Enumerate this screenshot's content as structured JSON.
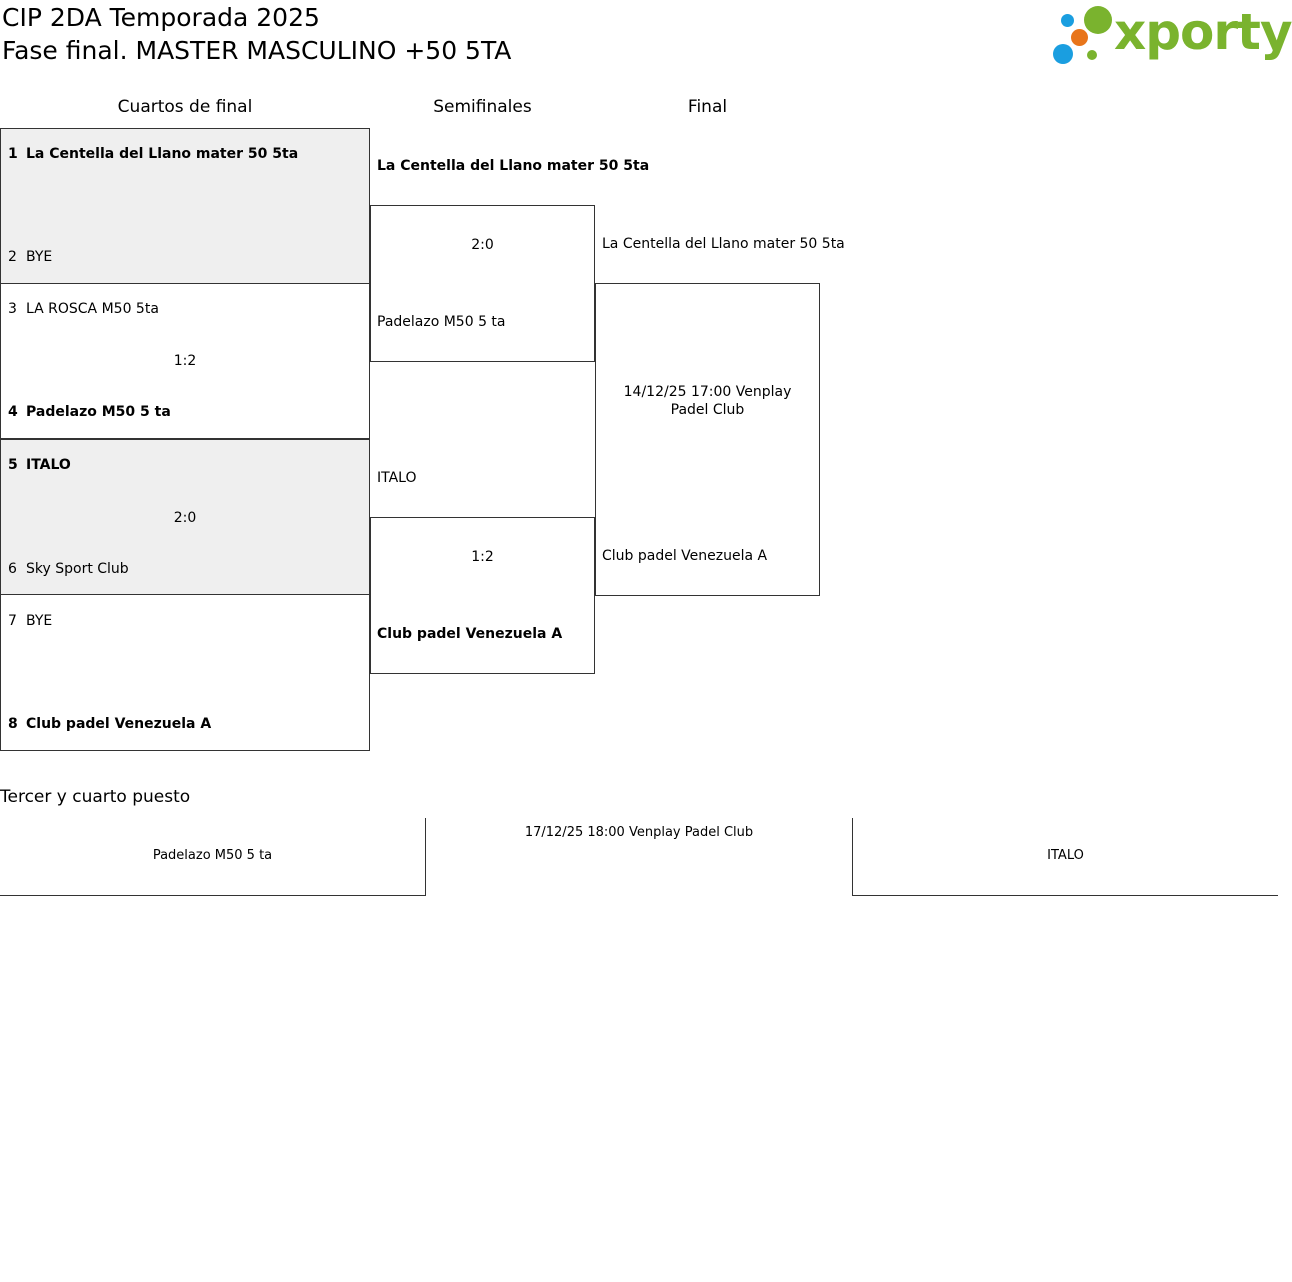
{
  "header": {
    "title": "CIP 2DA Temporada 2025",
    "subtitle": "Fase final. MASTER MASCULINO +50 5TA",
    "logo_text": "xporty"
  },
  "colors": {
    "logo_green": "#7ab32e",
    "logo_blue": "#1a9ee0",
    "logo_orange": "#e8751a",
    "shade": "#efefef"
  },
  "rounds": {
    "quarter": "Cuartos de final",
    "semi": "Semifinales",
    "final": "Final"
  },
  "quarterfinals": [
    {
      "home_num": "1",
      "home": "La Centella del Llano mater 50 5ta",
      "away_num": "2",
      "away": "BYE",
      "score": ""
    },
    {
      "home_num": "3",
      "home": "LA ROSCA M50 5ta",
      "away_num": "4",
      "away": "Padelazo M50 5 ta",
      "score": "1:2"
    },
    {
      "home_num": "5",
      "home": "ITALO",
      "away_num": "6",
      "away": "Sky Sport Club",
      "score": "2:0"
    },
    {
      "home_num": "7",
      "home": "BYE",
      "away_num": "8",
      "away": "Club padel Venezuela A",
      "score": ""
    }
  ],
  "semifinals": [
    {
      "home": "La Centella del Llano mater 50 5ta",
      "away": "Padelazo M50 5 ta",
      "score": "2:0"
    },
    {
      "home": "ITALO",
      "away": "Club padel Venezuela A",
      "score": "1:2"
    }
  ],
  "final": {
    "home": "La Centella del Llano mater 50 5ta",
    "away": "Club padel Venezuela A",
    "schedule": "14/12/25 17:00 Venplay Padel Club"
  },
  "third_place": {
    "heading": "Tercer y cuarto puesto",
    "home": "Padelazo M50 5 ta",
    "away": "ITALO",
    "schedule": "17/12/25 18:00 Venplay Padel Club"
  }
}
